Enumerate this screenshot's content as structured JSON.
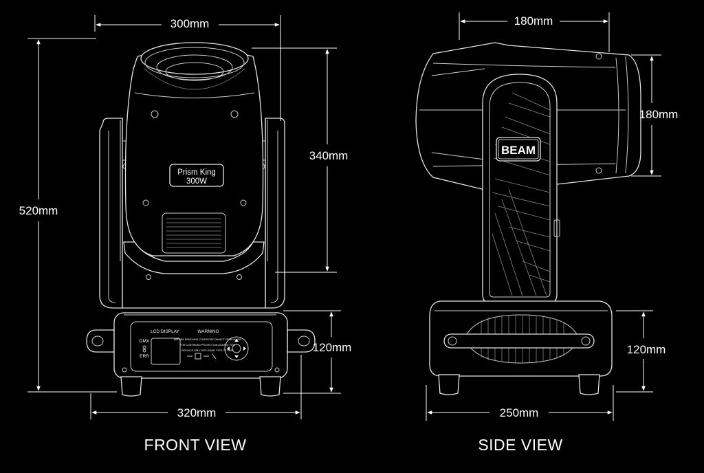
{
  "front": {
    "title": "FRONT VIEW",
    "dims": {
      "width_top": "300mm",
      "height_total": "520mm",
      "height_head": "340mm",
      "height_base": "120mm",
      "width_base": "320mm"
    },
    "label_model": "Prism King",
    "label_power": "300W",
    "panel": {
      "lcd": "LCD DISPLAY",
      "dmx": "DMX",
      "err": "ERR",
      "warning": "WARNING",
      "warn_lines": [
        "BEFORE REMOVING COVER DISCONNECT FROM MAINS",
        "FOR CONTINUED PROTECTION AGAINST FIRE",
        "REPLACE ONLY WITH SAME TYPE OF FUSE"
      ]
    }
  },
  "side": {
    "title": "SIDE VIEW",
    "dims": {
      "width_top": "180mm",
      "height_head": "180mm",
      "height_base": "120mm",
      "width_base": "250mm"
    },
    "badge": "BEAM"
  },
  "colors": {
    "background": "#000000",
    "line": "#e6e6e6",
    "text": "#ffffff"
  }
}
